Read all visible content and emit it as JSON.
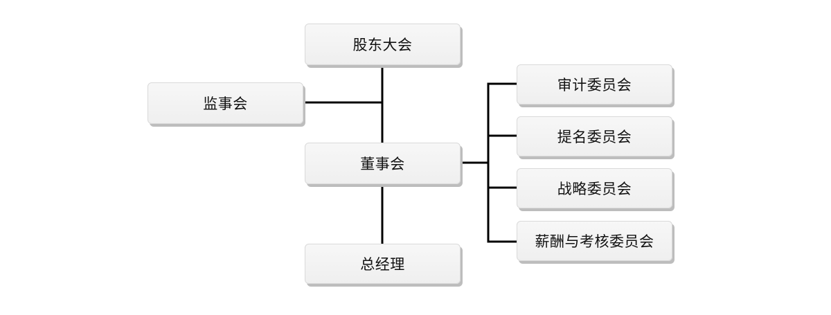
{
  "nodes": {
    "shareholders_meeting": "股东大会",
    "supervisory_board": "监事会",
    "board_of_directors": "董事会",
    "general_manager": "总经理",
    "audit_committee": "审计委员会",
    "nomination_committee": "提名委员会",
    "strategy_committee": "战略委员会",
    "compensation_committee": "薪酬与考核委员会"
  },
  "colors": {
    "connector": "#000000",
    "node_fill": "#f2f2f2",
    "node_shadow": "#bdbdbd"
  }
}
